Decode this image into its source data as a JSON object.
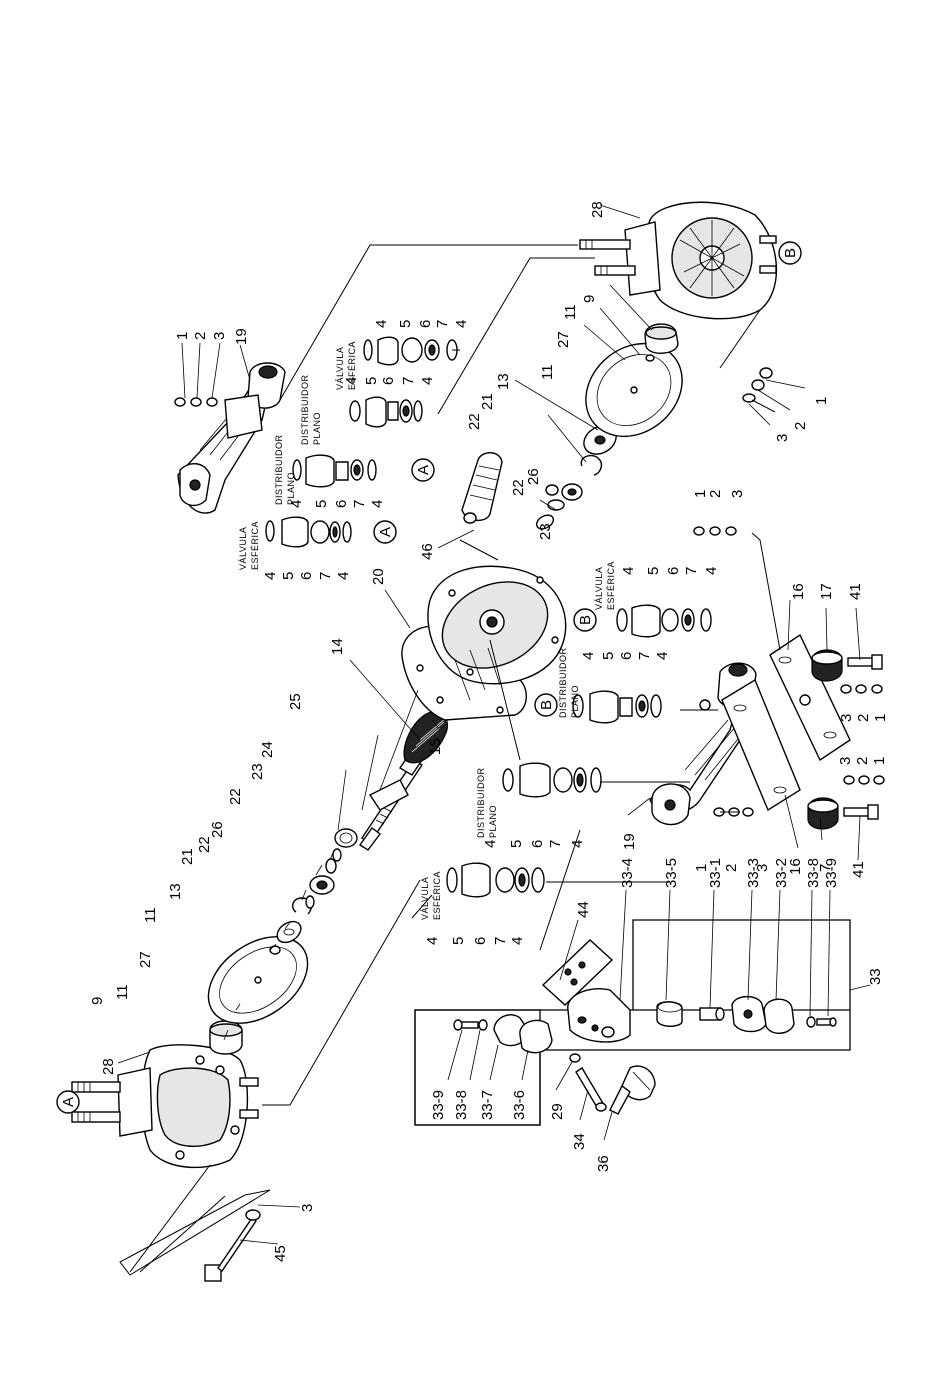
{
  "diagram": {
    "letters": {
      "a": "A",
      "b": "B"
    },
    "valve_labels": {
      "valvula": "VÁLVULA",
      "esferica": "ESFÉRICA",
      "distribuidor": "DISTRIBUIDOR",
      "plano": "PLANO"
    },
    "callouts": {
      "n1": "1",
      "n2": "2",
      "n3": "3",
      "n4": "4",
      "n5": "5",
      "n6": "6",
      "n7": "7",
      "n9": "9",
      "n11": "11",
      "n13": "13",
      "n14": "14",
      "n15": "15",
      "n16": "16",
      "n17": "17",
      "n19": "19",
      "n20": "20",
      "n21": "21",
      "n22": "22",
      "n23": "23",
      "n24": "24",
      "n25": "25",
      "n26": "26",
      "n27": "27",
      "n28": "28",
      "n29": "29",
      "n33": "33",
      "n34": "34",
      "n36": "36",
      "n41": "41",
      "n44": "44",
      "n45": "45",
      "n46": "46",
      "n33_1": "33-1",
      "n33_2": "33-2",
      "n33_3": "33-3",
      "n33_4": "33-4",
      "n33_5": "33-5",
      "n33_6": "33-6",
      "n33_7": "33-7",
      "n33_8": "33-8",
      "n33_9": "33-9"
    }
  }
}
